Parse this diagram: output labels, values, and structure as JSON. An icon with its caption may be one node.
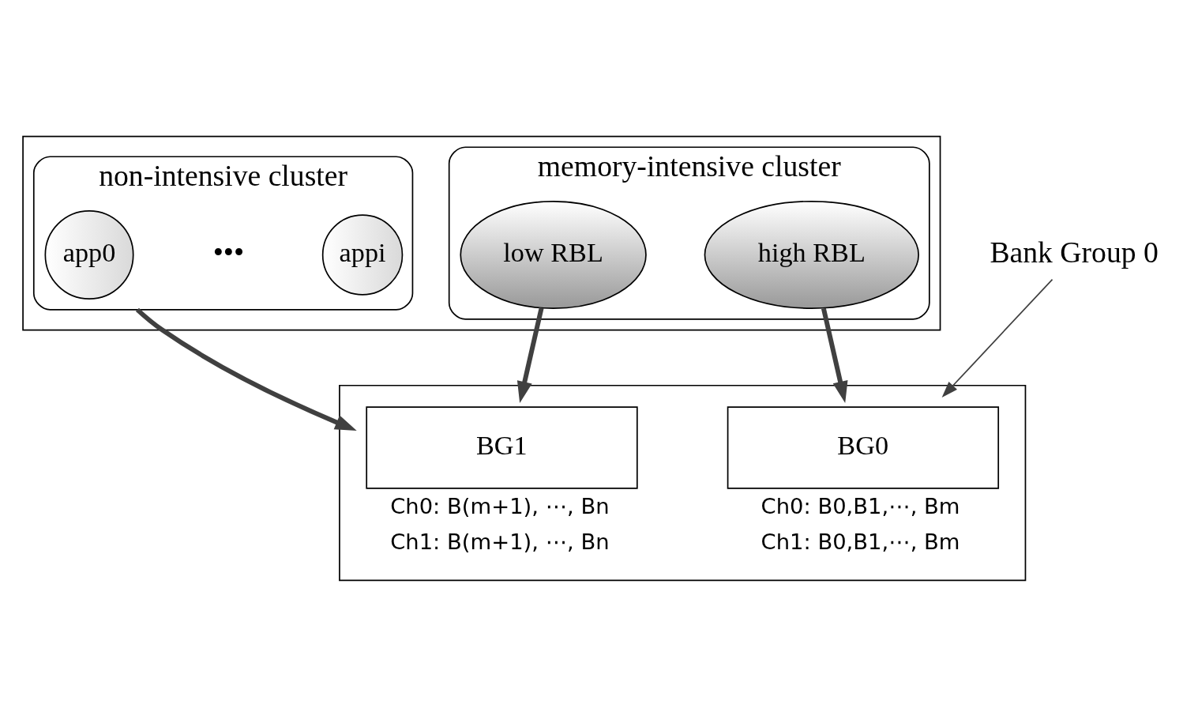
{
  "diagram": {
    "nodes": [
      {
        "text": [],
        "shape": "box"
      },
      {
        "text": [
          "memory-intensive cluster"
        ],
        "in": 0
      },
      {
        "text": [
          "high RBL"
        ],
        "in": 1
      },
      {
        "text": [
          "low RBL"
        ],
        "in": 1
      },
      {
        "text": [
          "non-intensive cluster"
        ],
        "in": 0
      },
      {
        "text": [
          "app0"
        ],
        "in": 4
      },
      {
        "text": [
          "appi"
        ],
        "in": 4
      },
      {
        "text": [],
        "shape": "box"
      },
      {
        "text": [
          "BG0"
        ],
        "in": 7,
        "beside": [
          "Ch0: B0,B1,⋯, Bm",
          "Ch1: B0,B1,⋯, Bm"
        ]
      },
      {
        "text": [
          "BG1"
        ],
        "in": 7,
        "beside": [
          "Ch0: B(m+1), ⋯, Bn",
          "Ch1: B(m+1), ⋯, Bn"
        ]
      },
      {
        "text": [
          "Bank Group 0"
        ]
      }
    ],
    "edges": [
      {
        "from": 2,
        "to": 8,
        "arrow": "to"
      },
      {
        "from": 3,
        "to": 9,
        "arrow": "to"
      },
      {
        "from": 4,
        "to": 9,
        "arrow": "to"
      },
      {
        "from": 10,
        "to": 8,
        "arrow": "to"
      }
    ],
    "labels": [
      "•••"
    ]
  }
}
